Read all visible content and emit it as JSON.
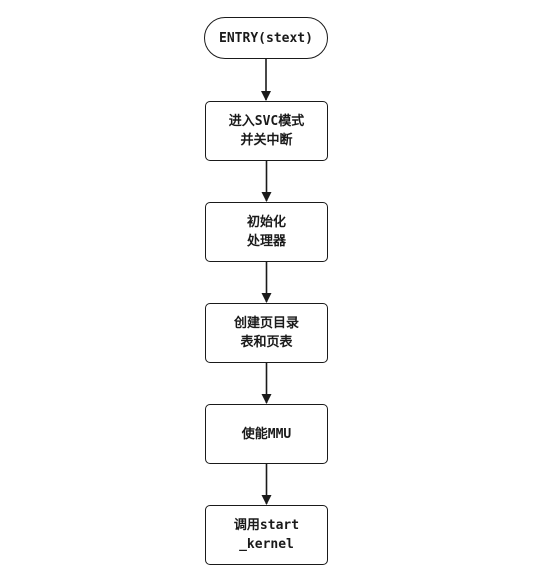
{
  "nodes": [
    {
      "id": "entry",
      "shape": "terminator",
      "lines": [
        "ENTRY(stext)"
      ]
    },
    {
      "id": "svc",
      "shape": "process",
      "lines": [
        "进入SVC模式",
        "并关中断"
      ]
    },
    {
      "id": "init",
      "shape": "process",
      "lines": [
        "初始化",
        "处理器"
      ]
    },
    {
      "id": "pagetable",
      "shape": "process",
      "lines": [
        "创建页目录",
        "表和页表"
      ]
    },
    {
      "id": "mmu",
      "shape": "process",
      "lines": [
        "使能MMU"
      ]
    },
    {
      "id": "kernel",
      "shape": "process",
      "lines": [
        "调用start",
        "_kernel"
      ]
    }
  ],
  "edges": [
    {
      "from": "entry",
      "to": "svc"
    },
    {
      "from": "svc",
      "to": "init"
    },
    {
      "from": "init",
      "to": "pagetable"
    },
    {
      "from": "pagetable",
      "to": "mmu"
    },
    {
      "from": "mmu",
      "to": "kernel"
    }
  ],
  "colors": {
    "stroke": "#1a1a1a",
    "fill": "#ffffff",
    "text": "#1a1a1a"
  }
}
